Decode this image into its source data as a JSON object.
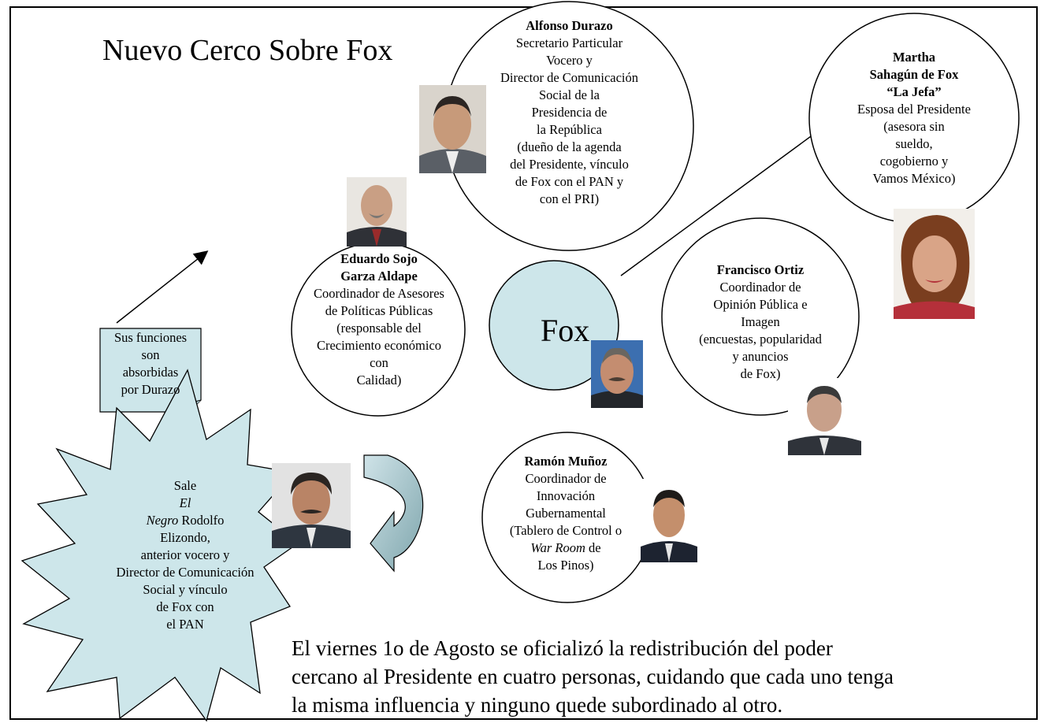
{
  "title": "Nuevo Cerco  Sobre Fox",
  "center": {
    "label": "Fox",
    "fill": "#cde6ea"
  },
  "durazo": {
    "name": "Alfonso Durazo",
    "lines": [
      "Secretario Particular",
      "Vocero y",
      "Director de Comunicación",
      "Social de la",
      "Presidencia de",
      "la República",
      "(dueño de la agenda",
      "del Presidente, vínculo",
      "de Fox con el PAN y",
      "con el PRI)"
    ]
  },
  "martha": {
    "name_lines": [
      "Martha",
      "Sahagún de Fox",
      "“La Jefa”"
    ],
    "lines": [
      "Esposa del Presidente",
      "(asesora sin",
      "sueldo,",
      "cogobierno y",
      "Vamos México)"
    ]
  },
  "sojo": {
    "name_lines": [
      "Eduardo Sojo",
      "Garza Aldape"
    ],
    "lines": [
      "Coordinador de Asesores",
      "de Políticas Públicas",
      "(responsable del",
      "Crecimiento económico",
      "con",
      "Calidad)"
    ]
  },
  "ortiz": {
    "name": "Francisco Ortiz",
    "lines": [
      "Coordinador de",
      "Opinión Pública e",
      "Imagen",
      "(encuestas, popularidad",
      "y anuncios",
      "de Fox)"
    ]
  },
  "munoz": {
    "name": "Ramón Muñoz",
    "lines": [
      "Coordinador de",
      "Innovación",
      "Gubernamental",
      "(Tablero de Control o"
    ],
    "war_room": "War Room",
    "war_room_suffix": " de",
    "last_line": "Los Pinos)"
  },
  "note": {
    "lines": [
      "Sus funciones",
      "son",
      "absorbidas",
      "por Durazo"
    ],
    "fill": "#cde6ea"
  },
  "burst": {
    "fill": "#cde6ea",
    "line1": "Sale",
    "line2": "El",
    "line3_italic": "Negro",
    "line3_rest": " Rodolfo",
    "lines": [
      "Elizondo,",
      "anterior vocero y",
      "Director de Comunicación",
      "Social y vínculo",
      "de Fox con",
      "el PAN"
    ]
  },
  "footer": {
    "lines": [
      "El viernes 1o de Agosto se oficializó la redistribución del poder",
      "cercano al Presidente en cuatro personas, cuidando que cada uno tenga",
      "la misma influencia y ninguno quede subordinado al otro."
    ]
  }
}
